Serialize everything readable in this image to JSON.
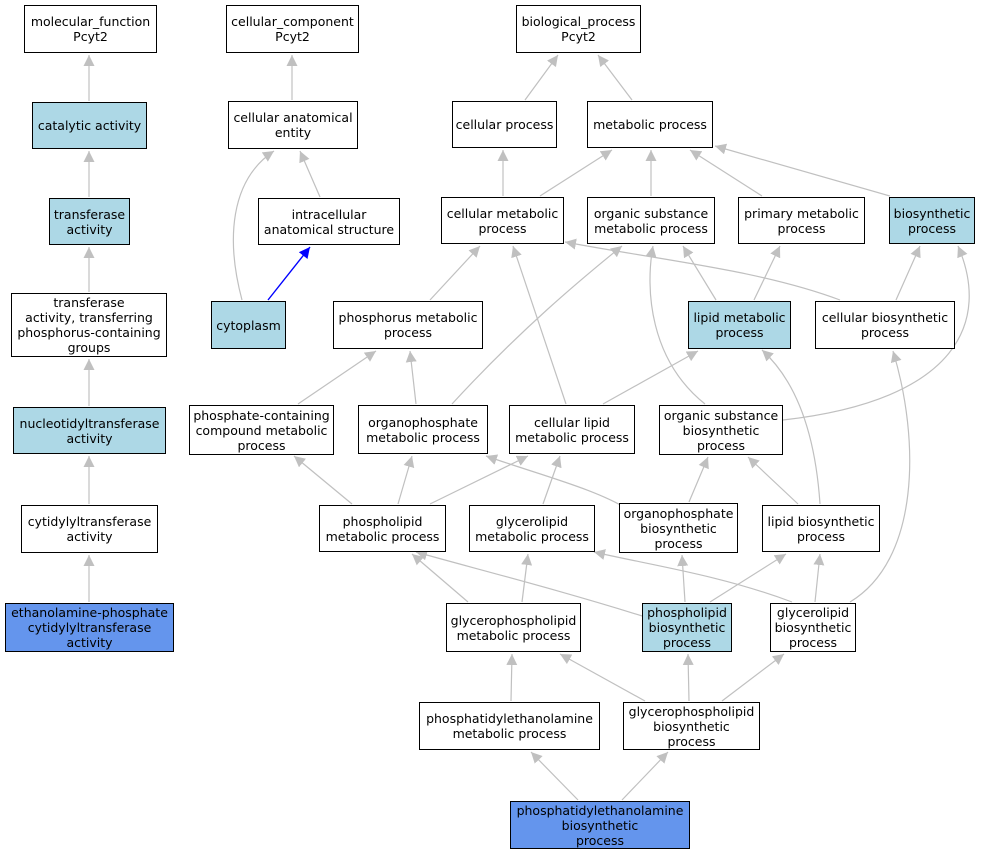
{
  "colors": {
    "highlight": "#add8e6",
    "focus": "#6495ed",
    "plain": "#ffffff",
    "edge": "#c0c0c0",
    "edge_special": "#0000ff"
  },
  "nodes": {
    "mf_root": {
      "label": "molecular_function\nPcyt2",
      "fill": "plain"
    },
    "catalytic": {
      "label": "catalytic activity",
      "fill": "highlight"
    },
    "transferase": {
      "label": "transferase\nactivity",
      "fill": "highlight"
    },
    "transferase_p": {
      "label": "transferase\nactivity, transferring\nphosphorus-containing\ngroups",
      "fill": "plain"
    },
    "nucleotidyl": {
      "label": "nucleotidyltransferase\nactivity",
      "fill": "highlight"
    },
    "cytidylyl": {
      "label": "cytidylyltransferase\nactivity",
      "fill": "plain"
    },
    "etn_cyt": {
      "label": "ethanolamine-phosphate\ncytidylyltransferase\nactivity",
      "fill": "focus"
    },
    "cc_root": {
      "label": "cellular_component\nPcyt2",
      "fill": "plain"
    },
    "cell_anat": {
      "label": "cellular anatomical\nentity",
      "fill": "plain"
    },
    "intracell": {
      "label": "intracellular\nanatomical structure",
      "fill": "plain"
    },
    "cytoplasm": {
      "label": "cytoplasm",
      "fill": "highlight"
    },
    "bp_root": {
      "label": "biological_process\nPcyt2",
      "fill": "plain"
    },
    "cell_proc": {
      "label": "cellular process",
      "fill": "plain"
    },
    "metab_proc": {
      "label": "metabolic process",
      "fill": "plain"
    },
    "cell_metab": {
      "label": "cellular metabolic\nprocess",
      "fill": "plain"
    },
    "org_subst": {
      "label": "organic substance\nmetabolic process",
      "fill": "plain"
    },
    "prim_metab": {
      "label": "primary metabolic\nprocess",
      "fill": "plain"
    },
    "biosynth": {
      "label": "biosynthetic\nprocess",
      "fill": "highlight"
    },
    "phos_metab": {
      "label": "phosphorus metabolic\nprocess",
      "fill": "plain"
    },
    "lipid_metab": {
      "label": "lipid metabolic\nprocess",
      "fill": "highlight"
    },
    "cell_biosynth": {
      "label": "cellular biosynthetic\nprocess",
      "fill": "plain"
    },
    "phosphate_cmp": {
      "label": "phosphate-containing\ncompound metabolic\nprocess",
      "fill": "plain"
    },
    "organophos": {
      "label": "organophosphate\nmetabolic process",
      "fill": "plain"
    },
    "cell_lipid": {
      "label": "cellular lipid\nmetabolic process",
      "fill": "plain"
    },
    "org_biosynth": {
      "label": "organic substance\nbiosynthetic\nprocess",
      "fill": "plain"
    },
    "phospholipid_metab": {
      "label": "phospholipid\nmetabolic process",
      "fill": "plain"
    },
    "glycerolipid_metab": {
      "label": "glycerolipid\nmetabolic process",
      "fill": "plain"
    },
    "organophos_bio": {
      "label": "organophosphate\nbiosynthetic\nprocess",
      "fill": "plain"
    },
    "lipid_bio": {
      "label": "lipid biosynthetic\nprocess",
      "fill": "plain"
    },
    "gpl_metab": {
      "label": "glycerophospholipid\nmetabolic process",
      "fill": "plain"
    },
    "pl_bio": {
      "label": "phospholipid\nbiosynthetic\nprocess",
      "fill": "highlight"
    },
    "gl_bio": {
      "label": "glycerolipid\nbiosynthetic\nprocess",
      "fill": "plain"
    },
    "pe_metab": {
      "label": "phosphatidylethanolamine\nmetabolic process",
      "fill": "plain"
    },
    "gpl_bio": {
      "label": "glycerophospholipid\nbiosynthetic\nprocess",
      "fill": "plain"
    },
    "pe_bio": {
      "label": "phosphatidylethanolamine\nbiosynthetic\nprocess",
      "fill": "focus"
    }
  }
}
